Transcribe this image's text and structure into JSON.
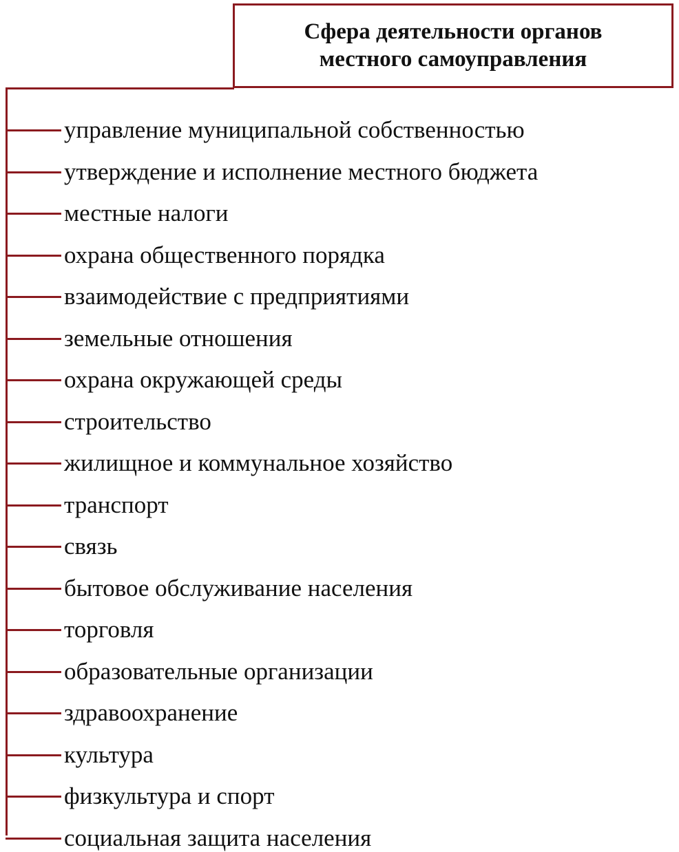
{
  "title": "Сфера деятельности органов местного самоуправления",
  "items": [
    "управление муниципальной собственностью",
    "утверждение и исполнение местного бюджета",
    "местные налоги",
    "охрана общественного порядка",
    "взаимодействие с предприятиями",
    "земельные отношения",
    "охрана окружающей среды",
    "строительство",
    "жилищное и коммунальное хозяйство",
    "транспорт",
    "связь",
    "бытовое обслуживание населения",
    "торговля",
    "образовательные организации",
    "здравоохранение",
    "культура",
    "физкультура и спорт",
    "социальная защита населения"
  ],
  "colors": {
    "line": "#8b1a1f",
    "text": "#111111",
    "background": "#ffffff"
  }
}
